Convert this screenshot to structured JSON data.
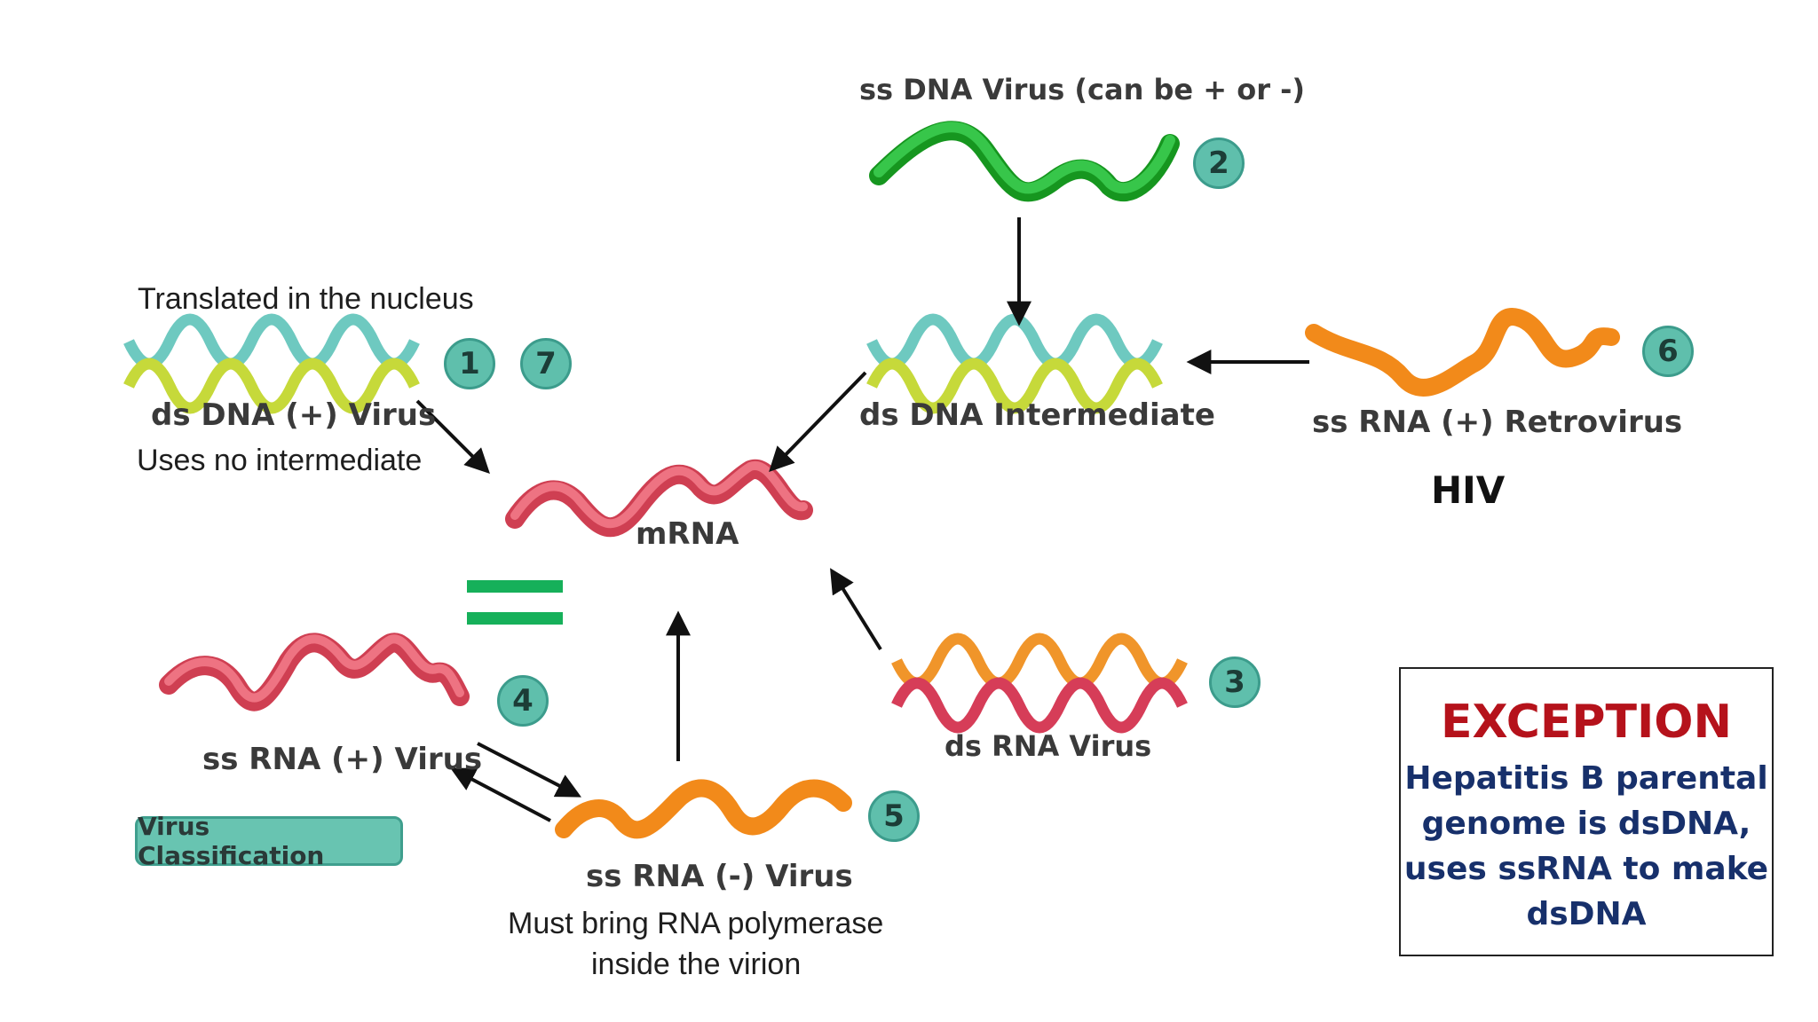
{
  "labels": {
    "ss_dna_virus": "ss DNA Virus (can be + or -)",
    "translated": "Translated in the nucleus",
    "ds_dna_virus": "ds DNA (+) Virus",
    "uses_no_intermediate": "Uses no intermediate",
    "ds_dna_intermediate": "ds DNA Intermediate",
    "ss_rna_retrovirus": "ss RNA (+) Retrovirus",
    "hiv": "HIV",
    "mrna": "mRNA",
    "ss_rna_pos_virus": "ss RNA (+) Virus",
    "ds_rna_virus": "ds RNA Virus",
    "ss_rna_neg_virus": "ss RNA (-) Virus",
    "polymerase_line1": "Must bring RNA polymerase",
    "polymerase_line2": "inside the virion",
    "virus_classification": "Virus Classification"
  },
  "badges": {
    "b1": "1",
    "b2": "2",
    "b3": "3",
    "b4": "4",
    "b5": "5",
    "b6": "6",
    "b7": "7"
  },
  "exception": {
    "title": "EXCEPTION",
    "line1": "Hepatitis B parental",
    "line2": "genome is dsDNA,",
    "line3": "uses ssRNA to make",
    "line4": "dsDNA"
  },
  "colors": {
    "mrna": "#e05a6a",
    "ss_dna": "#1fb22e",
    "ss_rna_neg": "#f29624",
    "retrovirus": "#f29624",
    "ss_rna_pos": "#e05a6a",
    "badge_fill": "#5fbfac",
    "equals": "#16b05a",
    "exception_title": "#b5121b",
    "exception_text": "#17306b"
  }
}
